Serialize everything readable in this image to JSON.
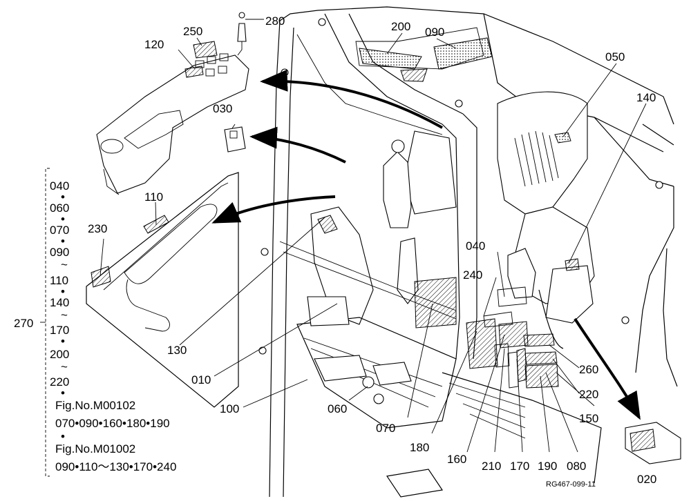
{
  "callouts": {
    "c280": "280",
    "c250": "250",
    "c120": "120",
    "c030": "030",
    "c200": "200",
    "c090": "090",
    "c050": "050",
    "c140": "140",
    "c110": "110",
    "c230": "230",
    "c130": "130",
    "c010": "010",
    "c100": "100",
    "c060": "060",
    "c070": "070",
    "c180": "180",
    "c040": "040",
    "c240": "240",
    "c260": "260",
    "c220": "220",
    "c150": "150",
    "c160": "160",
    "c210": "210",
    "c170": "170",
    "c190": "190",
    "c080": "080",
    "c020": "020",
    "c270": "270"
  },
  "bracket_list": [
    "040",
    "•",
    "060",
    "•",
    "070",
    "•",
    "090",
    "~",
    "110",
    "•",
    "140",
    "~",
    "170",
    "•",
    "200",
    "~",
    "220",
    "•"
  ],
  "notes": {
    "fig1": "Fig.No.M00102",
    "fig1_items": "070•090•160•180•190",
    "bullet": "•",
    "fig2": "Fig.No.M01002",
    "fig2_items": "090•110〜130•170•240"
  },
  "drawing_code": "RG467-099-11",
  "icons": [
    "arrow-icon"
  ]
}
